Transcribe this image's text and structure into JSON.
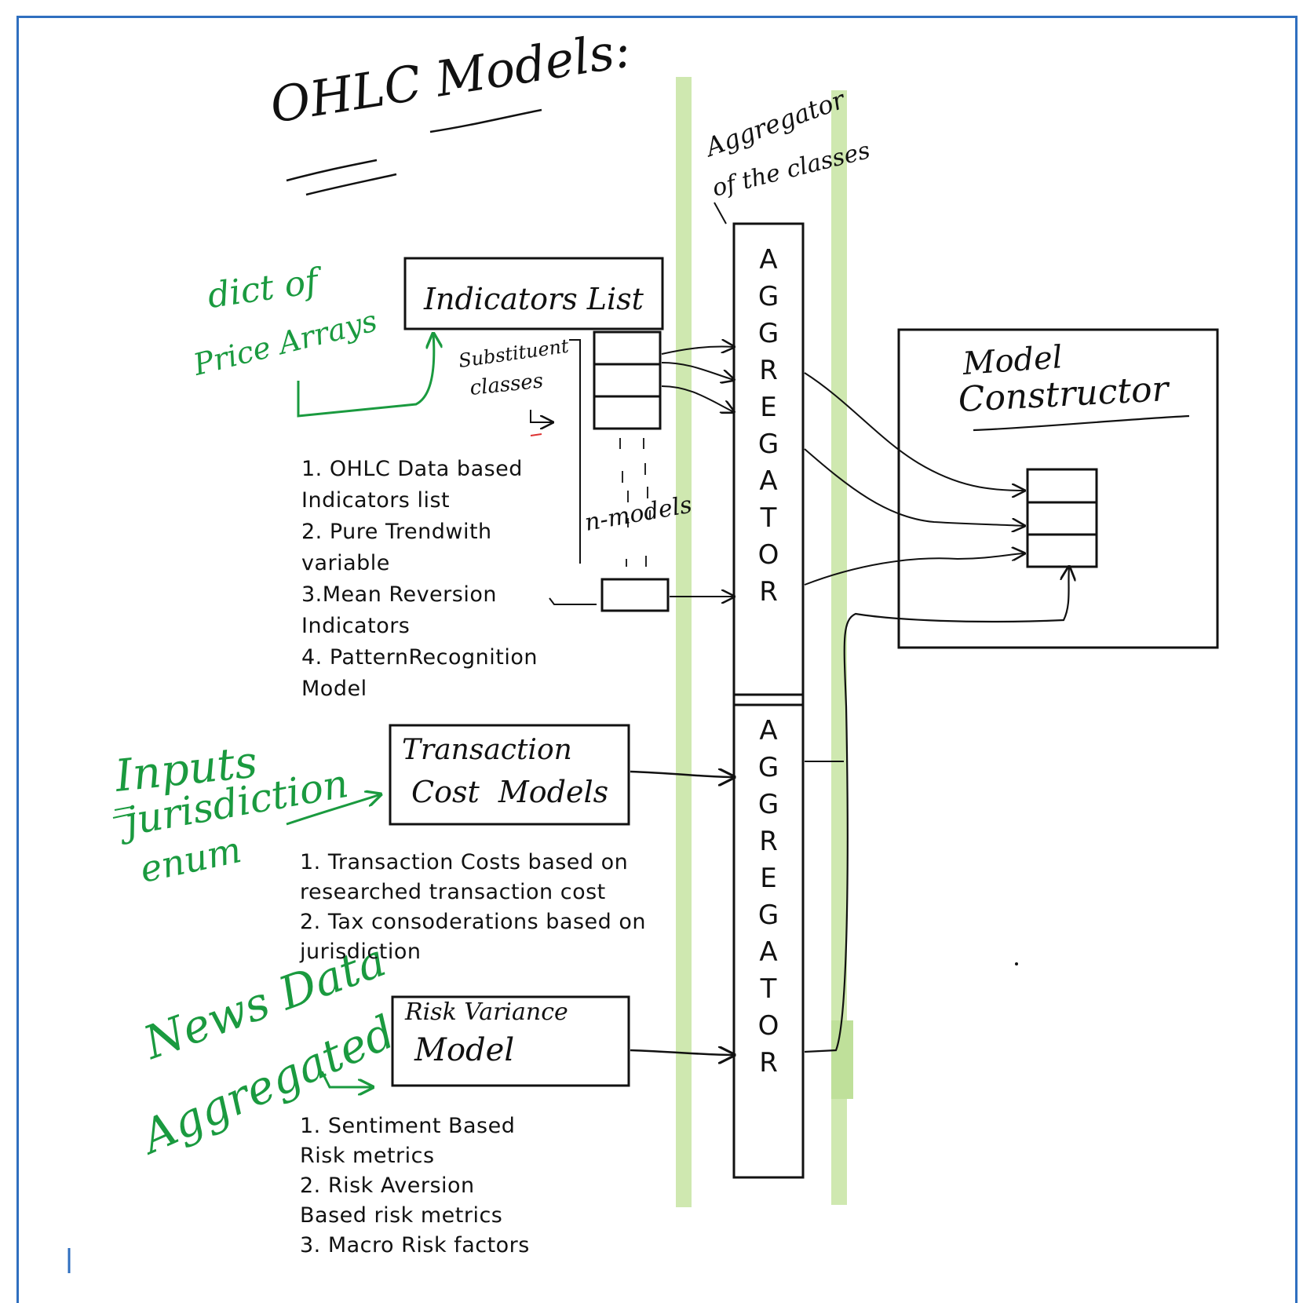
{
  "title": "OHLC Models:",
  "aggregator_note": [
    "Aggregator",
    "of the classes"
  ],
  "aggregator_letters": [
    "A",
    "G",
    "G",
    "R",
    "E",
    "G",
    "A",
    "T",
    "O",
    "R"
  ],
  "indicators_box": {
    "label": "Indicators List"
  },
  "substitute_note": [
    "Substituent",
    "classes"
  ],
  "n_models_label": "n-models",
  "green_notes": {
    "dict": [
      "dict of",
      "Price Arrays"
    ],
    "inputs": [
      "Inputs",
      "jurisdiction",
      "enum"
    ],
    "news": [
      "News Data",
      "Aggregated"
    ]
  },
  "indicators_list": [
    "1. OHLC Data based",
    "Indicators list",
    "2. Pure Trendwith",
    "variable",
    "3.Mean Reversion",
    "Indicators",
    "4. PatternRecognition",
    "Model"
  ],
  "transaction_box": {
    "line1": "Transaction",
    "line2": "Cost  Models"
  },
  "transaction_list": [
    "1. Transaction Costs based on",
    "researched transaction cost",
    "2. Tax consoderations based on",
    "jurisdiction"
  ],
  "risk_box": {
    "line1": "Risk Variance",
    "line2": "Model"
  },
  "risk_list": [
    "1. Sentiment Based",
    "Risk metrics",
    "2. Risk Aversion",
    "Based risk metrics",
    "3. Macro Risk factors"
  ],
  "constructor_box": {
    "line1": "Model",
    "line2": "Constructor"
  },
  "colors": {
    "ink": "#111111",
    "green": "#1a9a3f",
    "highlight": "#cfe8b0",
    "frame": "#2f6fbf"
  }
}
